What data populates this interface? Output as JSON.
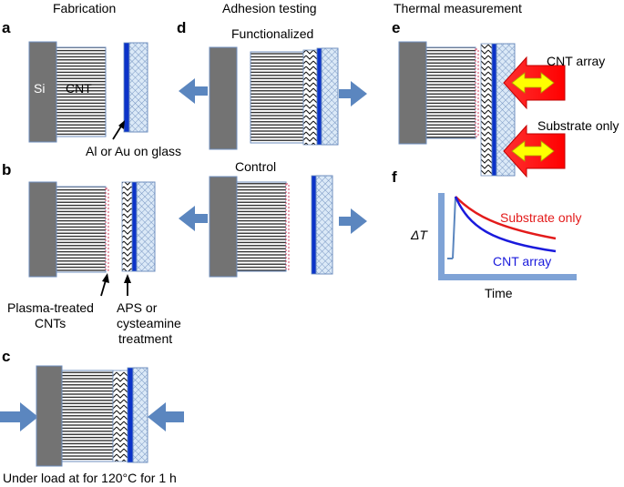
{
  "headers": {
    "fabrication": "Fabrication",
    "adhesion": "Adhesion testing",
    "thermal": "Thermal measurement"
  },
  "panel_letters": {
    "a": "a",
    "b": "b",
    "c": "c",
    "d": "d",
    "e": "e",
    "f": "f"
  },
  "labels": {
    "si": "Si",
    "cnt": "CNT",
    "al_au": "Al or Au on glass",
    "functionalized": "Functionalized",
    "control": "Control",
    "plasma_line1": "Plasma-treated",
    "plasma_line2": "CNTs",
    "aps_line1": "APS or",
    "aps_line2": "cysteamine",
    "aps_line3": "treatment",
    "under_load": "Under load at for 120°C for 1 h",
    "cnt_array_e": "CNT array",
    "substrate_only_e": "Substrate only"
  },
  "chart_data": {
    "type": "line",
    "title": "",
    "xlabel": "Time",
    "ylabel": "ΔT",
    "series": [
      {
        "name": "Substrate only",
        "color": "#e31b1b"
      },
      {
        "name": "CNT array",
        "color": "#1a1adc"
      }
    ]
  },
  "colors": {
    "silicon": "#737373",
    "cnt_line": "#111111",
    "metal_film": "#0b33c9",
    "glass": "#c9dff2",
    "arrow_blue": "#5b86bf",
    "heat_red": "#ff1a1a",
    "heat_yellow": "#ffff00"
  }
}
